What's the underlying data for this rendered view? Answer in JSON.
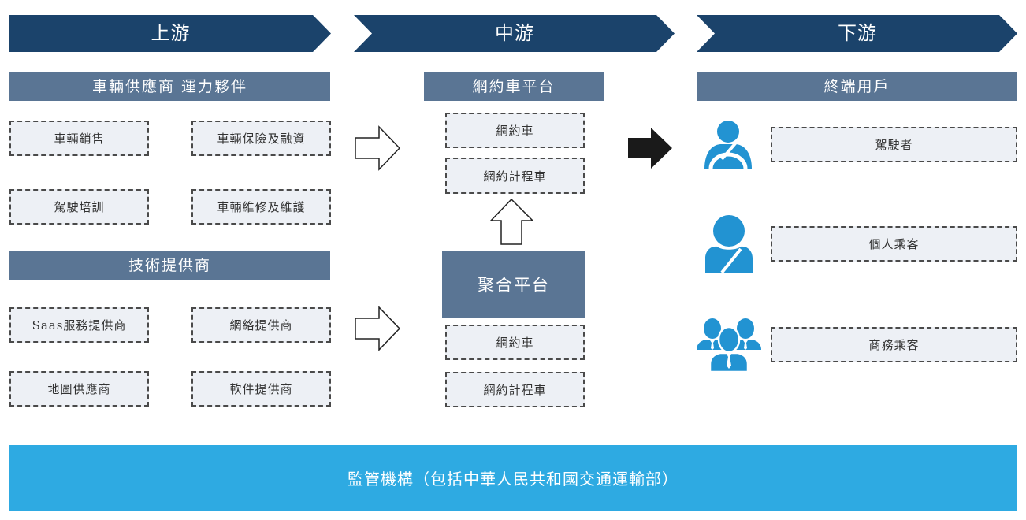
{
  "stages": {
    "upstream": {
      "label": "上游"
    },
    "midstream": {
      "label": "中游"
    },
    "downstream": {
      "label": "下游"
    }
  },
  "colors": {
    "stage_arrow": "#1b436b",
    "category_bar": "#5a7594",
    "dashed_box_fill": "#edf0f5",
    "user_icon": "#2293d2",
    "regulator_bar": "#2eaae2",
    "flow_arrow_solid": "#1a1a1a"
  },
  "upstream": {
    "vehicle_group": {
      "title": "車輛供應商 運力夥伴",
      "items": [
        "車輛銷售",
        "車輛保險及融資",
        "駕駛培訓",
        "車輛維修及維護"
      ]
    },
    "tech_group": {
      "title": "技術提供商",
      "items": [
        "Saas服務提供商",
        "網絡提供商",
        "地圖供應商",
        "軟件提供商"
      ]
    }
  },
  "midstream": {
    "platform": {
      "title": "網約車平台",
      "items": [
        "網約車",
        "網約計程車"
      ]
    },
    "aggregator": {
      "title": "聚合平台",
      "items": [
        "網約車",
        "網約計程車"
      ]
    }
  },
  "downstream": {
    "title": "終端用戶",
    "users": [
      {
        "icon": "driver-icon",
        "label": "駕駛者"
      },
      {
        "icon": "passenger-icon",
        "label": "個人乘客"
      },
      {
        "icon": "business-group-icon",
        "label": "商務乘客"
      }
    ]
  },
  "regulator": {
    "label": "監管機構（包括中華人民共和國交通運輸部）"
  }
}
